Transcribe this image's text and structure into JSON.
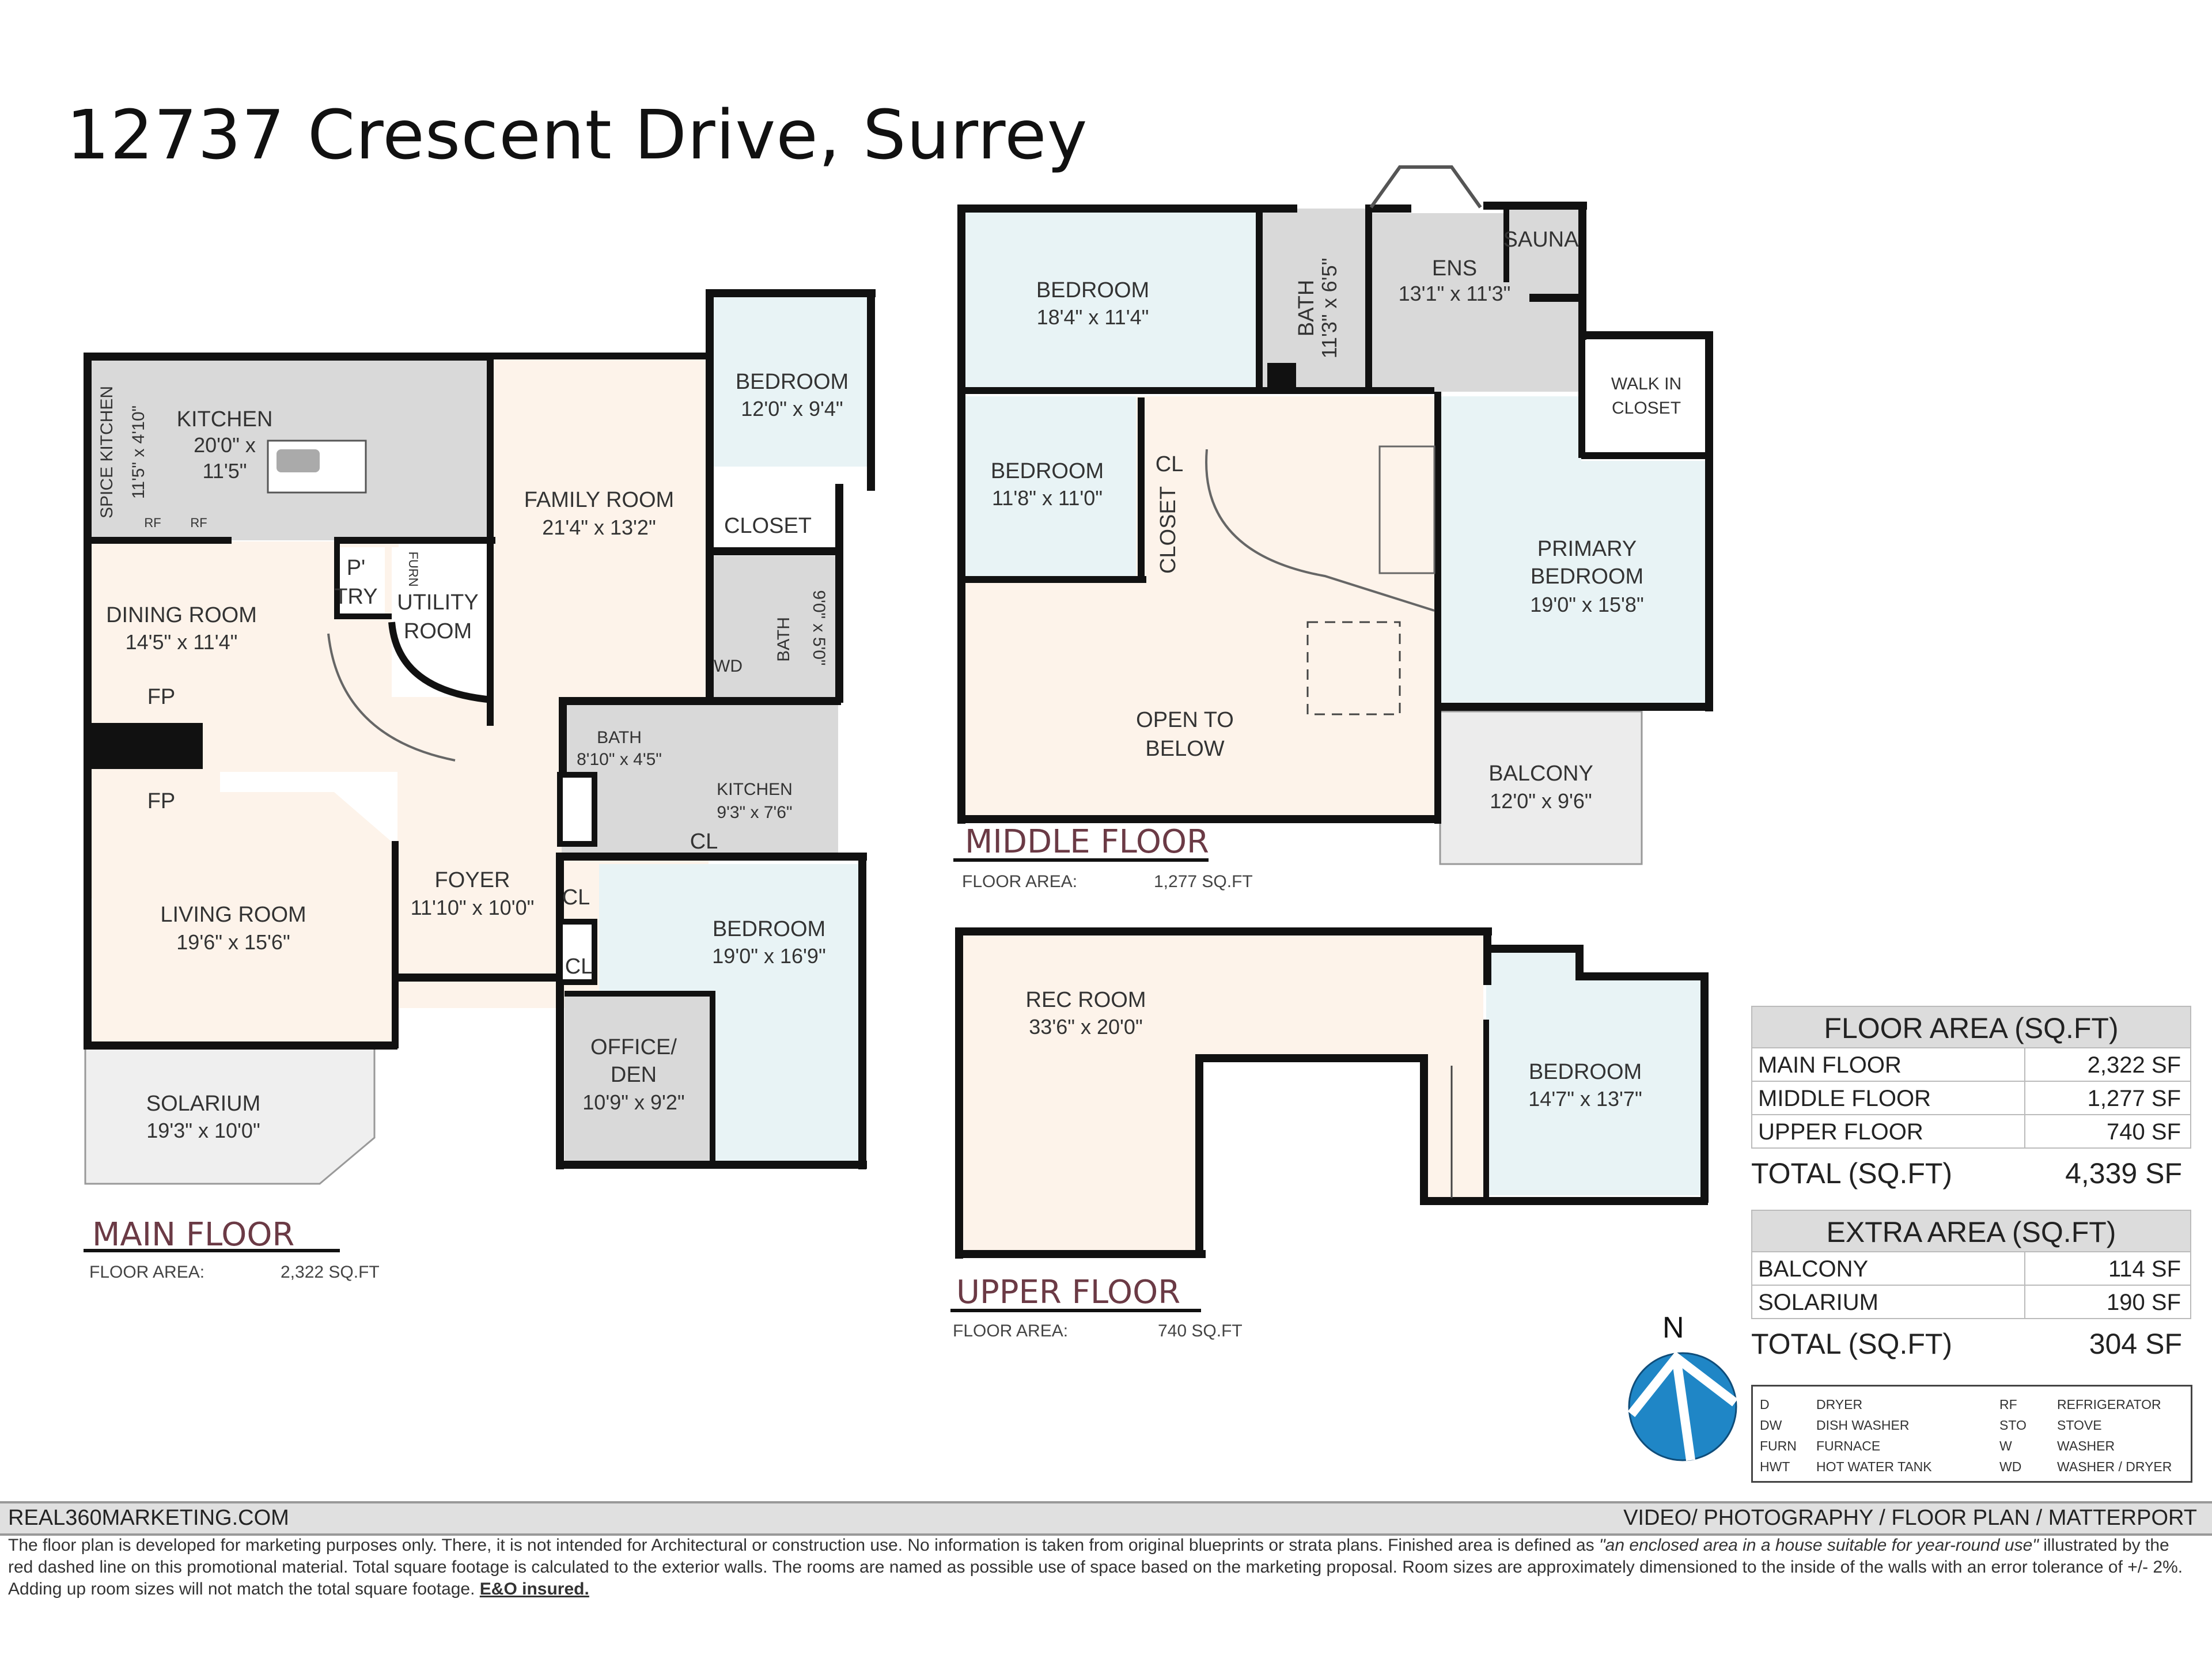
{
  "title": "12737 Crescent Drive, Surrey",
  "colors": {
    "wall": "#111111",
    "living_fill": "#fdf3ea",
    "bedroom_fill": "#e8f3f5",
    "service_fill": "#d9d9d9",
    "solarium_fill": "#efefef",
    "floor_title": "#6b3a45",
    "compass": "#1f86c6"
  },
  "main_floor": {
    "title": "MAIN FLOOR",
    "area_label": "FLOOR AREA:",
    "area_value": "2,322 SQ.FT",
    "rooms": {
      "spice_kitchen": {
        "name": "SPICE KITCHEN",
        "dim": "11'5\" x 4'10\""
      },
      "kitchen": {
        "name": "KITCHEN",
        "dim1": "20'0\" x",
        "dim2": "11'5\""
      },
      "family_room": {
        "name": "FAMILY ROOM",
        "dim": "21'4\" x 13'2\""
      },
      "bedroom_ne": {
        "name": "BEDROOM",
        "dim": "12'0\" x 9'4\""
      },
      "closet": {
        "name": "CLOSET"
      },
      "pantry": {
        "name1": "P'",
        "name2": "TRY"
      },
      "utility_room": {
        "name1": "UTILITY",
        "name2": "ROOM"
      },
      "furn": {
        "name": "FURN"
      },
      "dining_room": {
        "name": "DINING ROOM",
        "dim": "14'5\" x 11'4\""
      },
      "fp_top": {
        "name": "FP"
      },
      "fp_bottom": {
        "name": "FP"
      },
      "bath_wd": {
        "name": "BATH",
        "dim": "9'0\" x 5'0\""
      },
      "wd": {
        "name": "WD"
      },
      "bath_small": {
        "name": "BATH",
        "dim": "8'10\" x 4'5\""
      },
      "kitchen2": {
        "name": "KITCHEN",
        "dim": "9'3\" x 7'6\""
      },
      "cl_kitchen": {
        "name": "CL"
      },
      "living_room": {
        "name": "LIVING ROOM",
        "dim": "19'6\" x 15'6\""
      },
      "foyer": {
        "name": "FOYER",
        "dim": "11'10\" x 10'0\""
      },
      "cl_foyer1": {
        "name": "CL"
      },
      "cl_foyer2": {
        "name": "CL"
      },
      "bedroom_se": {
        "name": "BEDROOM",
        "dim": "19'0\" x 16'9\""
      },
      "office": {
        "name1": "OFFICE/",
        "name2": "DEN",
        "dim": "10'9\" x 9'2\""
      },
      "solarium": {
        "name": "SOLARIUM",
        "dim": "19'3\" x 10'0\""
      },
      "rf1": {
        "name": "RF"
      },
      "rf2": {
        "name": "RF"
      }
    }
  },
  "middle_floor": {
    "title": "MIDDLE FLOOR",
    "area_label": "FLOOR AREA:",
    "area_value": "1,277 SQ.FT",
    "rooms": {
      "bedroom_nw": {
        "name": "BEDROOM",
        "dim": "18'4\" x 11'4\""
      },
      "bath": {
        "name": "BATH",
        "dim": "11'3\" x 6'5\""
      },
      "ens": {
        "name": "ENS",
        "dim": "13'1\" x 11'3\""
      },
      "sauna": {
        "name": "SAUNA"
      },
      "walk_in_closet": {
        "name1": "WALK IN",
        "name2": "CLOSET"
      },
      "bedroom_w": {
        "name": "BEDROOM",
        "dim": "11'8\" x 11'0\""
      },
      "cl": {
        "name": "CL"
      },
      "closet": {
        "name": "CLOSET"
      },
      "primary_bedroom": {
        "name1": "PRIMARY",
        "name2": "BEDROOM",
        "dim": "19'0\" x 15'8\""
      },
      "open_to_below": {
        "name1": "OPEN TO",
        "name2": "BELOW"
      },
      "balcony": {
        "name": "BALCONY",
        "dim": "12'0\" x 9'6\""
      }
    }
  },
  "upper_floor": {
    "title": "UPPER FLOOR",
    "area_label": "FLOOR AREA:",
    "area_value": "740 SQ.FT",
    "rooms": {
      "rec_room": {
        "name": "REC ROOM",
        "dim": "33'6\" x 20'0\""
      },
      "bedroom": {
        "name": "BEDROOM",
        "dim": "14'7\" x 13'7\""
      }
    }
  },
  "floor_area_table": {
    "header": "FLOOR AREA (SQ.FT)",
    "rows": [
      {
        "label": "MAIN FLOOR",
        "value": "2,322 SF"
      },
      {
        "label": "MIDDLE FLOOR",
        "value": "1,277 SF"
      },
      {
        "label": "UPPER FLOOR",
        "value": "740 SF"
      }
    ],
    "total_label": "TOTAL (SQ.FT)",
    "total_value": "4,339 SF"
  },
  "extra_area_table": {
    "header": "EXTRA AREA (SQ.FT)",
    "rows": [
      {
        "label": "BALCONY",
        "value": "114 SF"
      },
      {
        "label": "SOLARIUM",
        "value": "190 SF"
      }
    ],
    "total_label": "TOTAL (SQ.FT)",
    "total_value": "304 SF"
  },
  "compass": {
    "label": "N",
    "icon": "north-arrow-icon"
  },
  "legend": [
    {
      "abbr": "D",
      "meaning": "DRYER"
    },
    {
      "abbr": "DW",
      "meaning": "DISH WASHER"
    },
    {
      "abbr": "FURN",
      "meaning": "FURNACE"
    },
    {
      "abbr": "HWT",
      "meaning": "HOT WATER TANK"
    },
    {
      "abbr": "RF",
      "meaning": "REFRIGERATOR"
    },
    {
      "abbr": "STO",
      "meaning": "STOVE"
    },
    {
      "abbr": "W",
      "meaning": "WASHER"
    },
    {
      "abbr": "WD",
      "meaning": "WASHER / DRYER"
    }
  ],
  "footer": {
    "website": "REAL360MARKETING.COM",
    "services": "VIDEO/ PHOTOGRAPHY / FLOOR PLAN / MATTERPORT",
    "disclaimer_part1": "The floor plan is developed for marketing purposes only. There, it is not intended for Architectural or construction use. No information is  taken from original blueprints or strata plans. Finished area is defined as  ",
    "disclaimer_italic": "\"an enclosed area in a house suitable for year-round use\"",
    "disclaimer_part2": " illustrated by the red dashed line on this promotional material. Total square footage is calculated to the exterior walls. The rooms are named as possible use of space based on the marketing proposal. Room sizes are approximately dimensioned to the inside of the walls with an error tolerance of +/- 2%. Adding up room sizes will not match the total square footage. ",
    "disclaimer_bold": "E&O insured."
  }
}
